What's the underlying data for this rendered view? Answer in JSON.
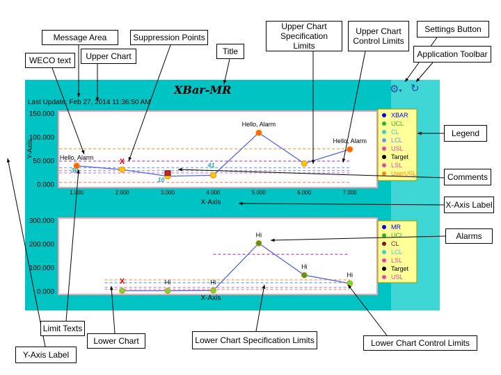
{
  "callouts": {
    "message_area": "Message Area",
    "suppression_points": "Suppression Points",
    "wecotext": "WECO text",
    "upper_chart": "Upper Chart",
    "title": "Title",
    "upper_spec": "Upper Chart\nSpecification Limits",
    "upper_control": "Upper Chart\nControl Limits",
    "settings_button": "Settings Button",
    "app_toolbar": "Application Toolbar",
    "legend": "Legend",
    "comments": "Comments",
    "xaxis_label": "X-Axis Label",
    "alarms": "Alarms",
    "limit_texts": "Limit Texts",
    "lower_chart": "Lower Chart",
    "lower_spec": "Lower Chart Specification Limits",
    "lower_control": "Lower Chart Control Limits",
    "yaxis_label": "Y-Axis Label"
  },
  "chart_window": {
    "title": "XBar-MR",
    "message": "Last Update: Feb 27, 2014 11:36:50 AM",
    "toolbar": {
      "settings_icon": "gear-icon",
      "refresh_icon": "refresh-icon"
    }
  },
  "chart_data": [
    {
      "type": "line",
      "name": "upper",
      "xlabel": "X-Axis",
      "ylabel": "Y-Axis",
      "x": [
        1,
        2,
        3,
        4,
        5,
        6,
        7
      ],
      "x_ticks": [
        "1.000",
        "2.000",
        "3.000",
        "4.000",
        "5.000",
        "6.000",
        "7.000"
      ],
      "y_ticks": [
        "0.000",
        "50.000",
        "100.000",
        "150.000"
      ],
      "ylim": [
        0,
        150
      ],
      "xlim": [
        0.6,
        7.6
      ],
      "series": [
        {
          "name": "XBAR",
          "values": [
            40,
            32,
            18,
            20,
            110,
            45,
            75
          ]
        }
      ],
      "point_labels": [
        "Hello, Alarm",
        "",
        "",
        "",
        "Hello, Alarm",
        "",
        "Hello, Alarm"
      ],
      "limit_texts": [
        {
          "text": "30",
          "x": 1,
          "y": 30
        },
        {
          "text": "41",
          "x": 4,
          "y": 41
        },
        {
          "text": "10",
          "x": 2.9,
          "y": 10
        }
      ],
      "suppression_x": [
        2
      ],
      "suppression_mark": "X",
      "limits": {
        "usl": 76,
        "ucl": 50,
        "cl": 36,
        "lcl": 25,
        "target": 30,
        "lsl": 5
      },
      "legend": [
        {
          "label": "XBAR",
          "color": "#0000ee"
        },
        {
          "label": "UCL",
          "color": "#22bb22"
        },
        {
          "label": "CL",
          "color": "#44cccc"
        },
        {
          "label": "LCL",
          "color": "#6699ff"
        },
        {
          "label": "USL",
          "color": "#ee44aa"
        },
        {
          "label": "Target",
          "color": "#000000"
        },
        {
          "label": "LSL",
          "color": "#ee44aa"
        },
        {
          "label": "UserUSL",
          "color": "#ff8800"
        }
      ],
      "grid": false
    },
    {
      "type": "line",
      "name": "lower",
      "xlabel": "X-Axis",
      "y_ticks": [
        "0.000",
        "100.000",
        "200.000",
        "300.000"
      ],
      "ylim": [
        0,
        300
      ],
      "xlim": [
        0.6,
        7.6
      ],
      "x": [
        2,
        3,
        4,
        5,
        6,
        7
      ],
      "series": [
        {
          "name": "MR",
          "values": [
            4,
            4,
            5,
            205,
            70,
            35
          ]
        }
      ],
      "point_labels": [
        "",
        "Hi",
        "Hi",
        "Hi",
        "Hi",
        "Hi"
      ],
      "suppression_x": [
        2
      ],
      "suppression_mark": "X",
      "limits": {
        "ucl": 158,
        "usl": 50,
        "cl": 38,
        "lcl": 18,
        "lsl": 10
      },
      "legend": [
        {
          "label": "MR",
          "color": "#0000ee"
        },
        {
          "label": "UCL",
          "color": "#22bb22"
        },
        {
          "label": "CL",
          "color": "#7a1a1a"
        },
        {
          "label": "LCL",
          "color": "#44cccc"
        },
        {
          "label": "LSL",
          "color": "#ee44aa"
        },
        {
          "label": "Target",
          "color": "#000000"
        },
        {
          "label": "USL",
          "color": "#ee44aa"
        }
      ],
      "grid": false
    }
  ]
}
